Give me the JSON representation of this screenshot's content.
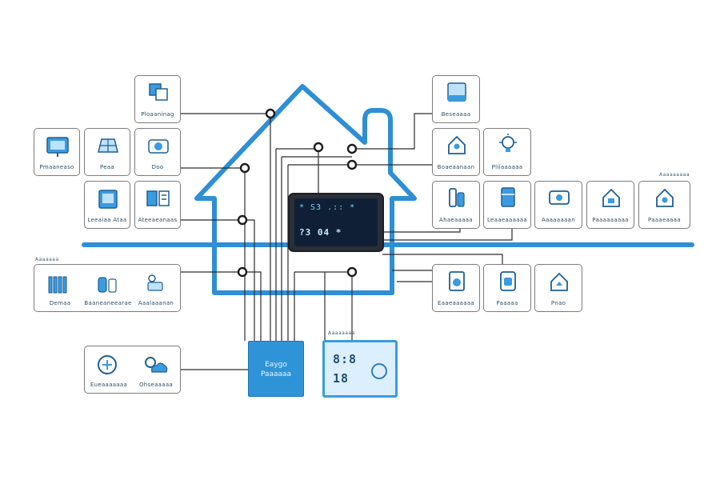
{
  "colors": {
    "wire_blue": "#2e8fd6",
    "line_dark": "#2b2b2b",
    "box_border": "#7c7c7c",
    "hub_blue": "#2f93d8"
  },
  "devices": [
    {
      "id": "d1",
      "icon": "window-icon",
      "label": "Ploaaninag"
    },
    {
      "id": "d2",
      "icon": "tv-icon",
      "label": "Pmaaneaso"
    },
    {
      "id": "d3",
      "icon": "solar-panel-icon",
      "label": "Peaa"
    },
    {
      "id": "d4",
      "icon": "camera-icon",
      "label": "Doo"
    },
    {
      "id": "d5",
      "icon": "tablet-icon",
      "label": "Leeaiaa Ataa"
    },
    {
      "id": "d6",
      "icon": "meter-icon",
      "label": "Ateeaeanaas"
    },
    {
      "id": "d7",
      "icon": "radiator-icon",
      "label": "Demaa"
    },
    {
      "id": "d8",
      "icon": "robot-icon",
      "label": "Baaneaneearae"
    },
    {
      "id": "d9",
      "icon": "water-heater-icon",
      "label": "Aaalaaanan"
    },
    {
      "id": "d10",
      "icon": "climate-icon",
      "label": "Eueaaaaaaa"
    },
    {
      "id": "d11",
      "icon": "weather-icon",
      "label": "Ohseaaaaa"
    },
    {
      "id": "d12",
      "icon": "screen-icon",
      "label": "Beseaaaa"
    },
    {
      "id": "d13",
      "icon": "smart-home-icon",
      "label": "Boaeaanaan"
    },
    {
      "id": "d14",
      "icon": "lightbulb-icon",
      "label": "Pliiaaaaaa"
    },
    {
      "id": "d15",
      "icon": "cabinet-icon",
      "label": "Ahaeaaaaa"
    },
    {
      "id": "d16",
      "icon": "fridge-icon",
      "label": "Leaaeaaaaaa"
    },
    {
      "id": "d17",
      "icon": "thermostat-icon",
      "label": "Aaaaaaaan"
    },
    {
      "id": "d18",
      "icon": "home-security-icon",
      "label": "Paaaaaaaaa"
    },
    {
      "id": "d19",
      "icon": "home-alarm-icon",
      "label": "Paaaeaaaa"
    },
    {
      "id": "d20",
      "icon": "washer-icon",
      "label": "Eaaeaaaaaa"
    },
    {
      "id": "d21",
      "icon": "oven-icon",
      "label": "Paaaaa"
    },
    {
      "id": "d22",
      "icon": "home-hub-icon",
      "label": "Pnao"
    }
  ],
  "section_labels": {
    "left_group": "Aaaaaaa",
    "right_group": "Aaaaaaaaa",
    "panel_tag": "Aaaaaaaa"
  },
  "hub": {
    "line1": "Eaygo",
    "line2": "Paaaaaa"
  },
  "display_panel": {
    "row1": "8:8",
    "row2": "18"
  },
  "home_display": {
    "row1": "* S3  .::  *",
    "row2": "?3  04    *"
  }
}
